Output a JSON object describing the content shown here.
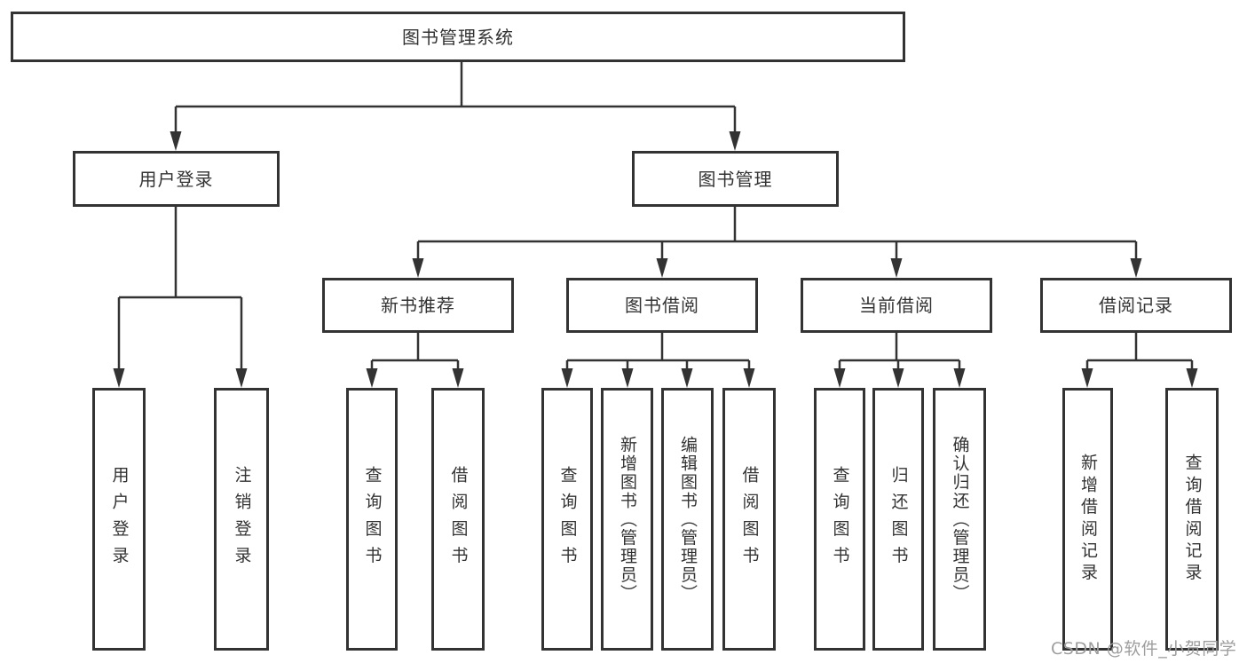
{
  "diagram": {
    "title": "图书管理系统",
    "nodes": {
      "root": "图书管理系统",
      "user_login": "用户登录",
      "book_management": "图书管理",
      "new_book_rec": "新书推荐",
      "book_borrow": "图书借阅",
      "current_borrow": "当前借阅",
      "borrow_records": "借阅记录",
      "leaves": {
        "user_login": [
          "用户登录",
          "注销登录"
        ],
        "new_book_rec": [
          "查询图书",
          "借阅图书"
        ],
        "book_borrow": [
          "查询图书",
          "新增图书（管理员）",
          "编辑图书（管理员）",
          "借阅图书"
        ],
        "current_borrow": [
          "查询图书",
          "归还图书",
          "确认归还（管理员）"
        ],
        "borrow_records": [
          "新增借阅记录",
          "查询借阅记录"
        ]
      }
    },
    "colors": {
      "line": "#333333",
      "box_border": "#333333",
      "box_fill": "#ffffff",
      "background": "#ffffff",
      "watermark": "#9e9e9e"
    }
  },
  "watermark": "CSDN @软件_小贺同学"
}
